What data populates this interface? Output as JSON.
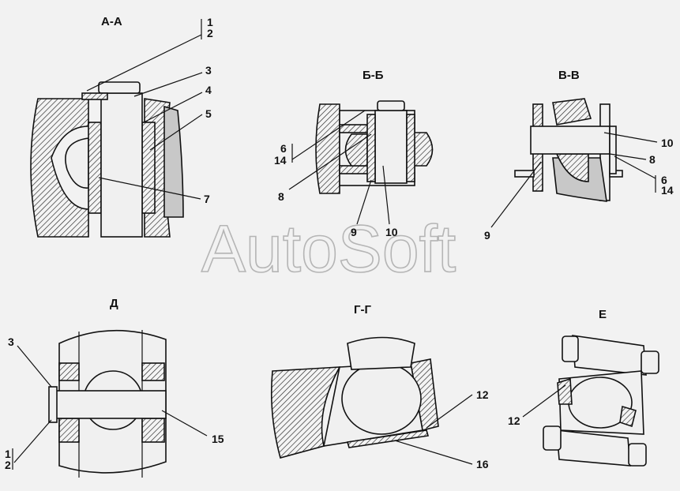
{
  "views": {
    "aa": {
      "title": "А-А",
      "callouts": [
        "1",
        "2",
        "3",
        "4",
        "5",
        "7"
      ]
    },
    "bb": {
      "title": "Б-Б",
      "callouts": [
        "6",
        "14",
        "8",
        "9",
        "10"
      ]
    },
    "vv": {
      "title": "В-В",
      "callouts": [
        "10",
        "8",
        "6",
        "14",
        "9"
      ]
    },
    "d": {
      "title": "Д",
      "callouts": [
        "3",
        "1",
        "2",
        "15"
      ]
    },
    "gg": {
      "title": "Г-Г",
      "callouts": [
        "12",
        "16"
      ]
    },
    "e": {
      "title": "Е",
      "callouts": [
        "12"
      ]
    }
  },
  "watermark": "AutoSoft"
}
